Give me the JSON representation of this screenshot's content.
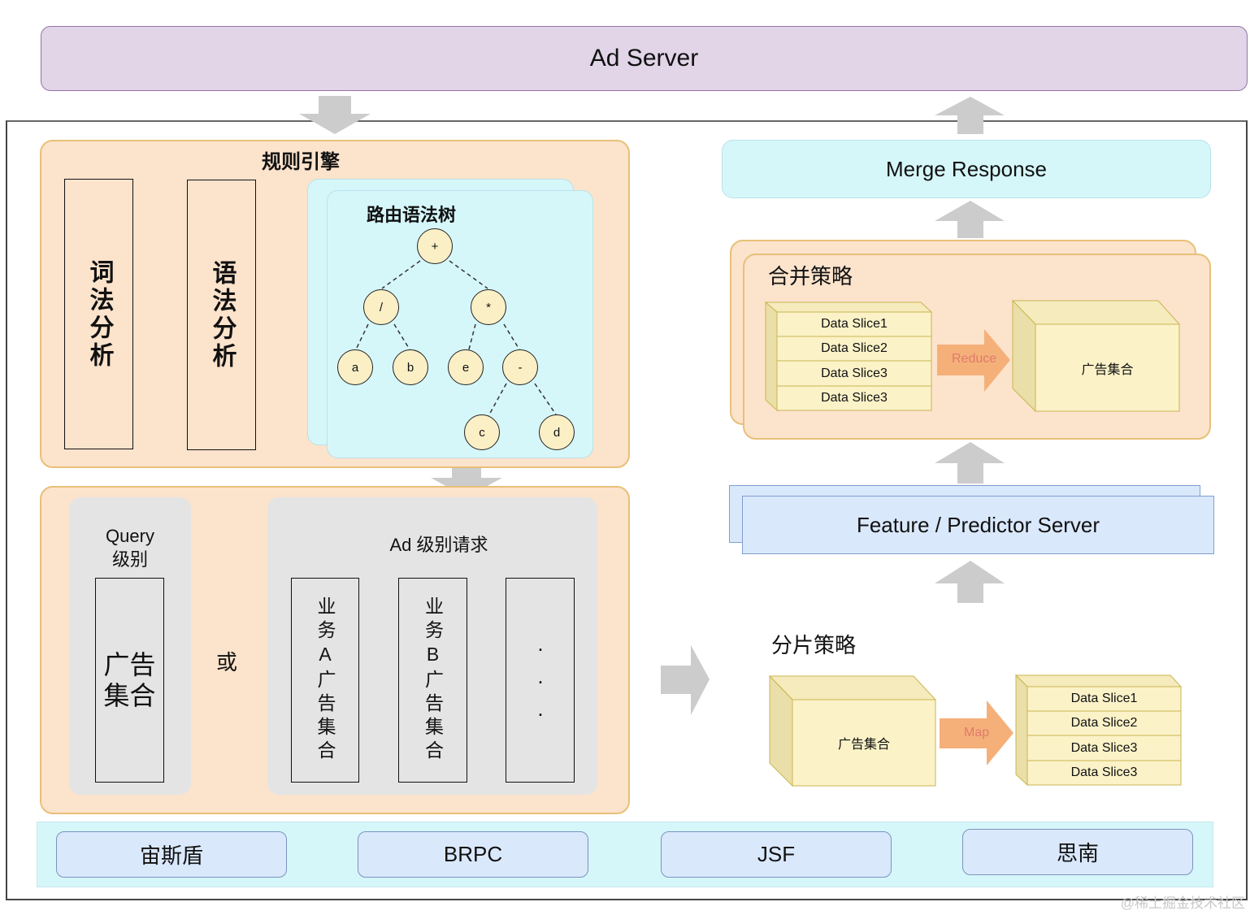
{
  "top": {
    "ad_server": "Ad Server"
  },
  "rule_engine": {
    "title": "规则引擎",
    "lexical": "词法分析",
    "syntax": "语法分析",
    "tree": {
      "title": "路由语法树",
      "nodes": {
        "root": "+",
        "div": "/",
        "mul": "*",
        "a": "a",
        "b": "b",
        "e": "e",
        "minus": "-",
        "c": "c",
        "d": "d"
      }
    }
  },
  "request": {
    "query_title": "Query\n级别",
    "query_box": "广告集合",
    "or": "或",
    "ad_title": "Ad 级别请求",
    "ad_boxes": [
      "业务A广告集合",
      "业务B广告集合",
      "..."
    ]
  },
  "merge": {
    "response": "Merge Response",
    "title": "合并策略",
    "slices": [
      "Data Slice1",
      "Data Slice2",
      "Data Slice3",
      "Data Slice3"
    ],
    "arrow_label": "Reduce",
    "result": "广告集合"
  },
  "feature": {
    "label": "Feature / Predictor Server"
  },
  "shard": {
    "title": "分片策略",
    "source": "广告集合",
    "arrow_label": "Map",
    "slices": [
      "Data Slice1",
      "Data Slice2",
      "Data Slice3",
      "Data Slice3"
    ]
  },
  "infra": [
    "宙斯盾",
    "BRPC",
    "JSF",
    "思南"
  ],
  "watermark": "@稀土掘金技术社区",
  "colors": {
    "arrow_grey": "#cccccc",
    "orange_arrow": "#f5b07a",
    "arrow_text": "#e07b6b"
  }
}
